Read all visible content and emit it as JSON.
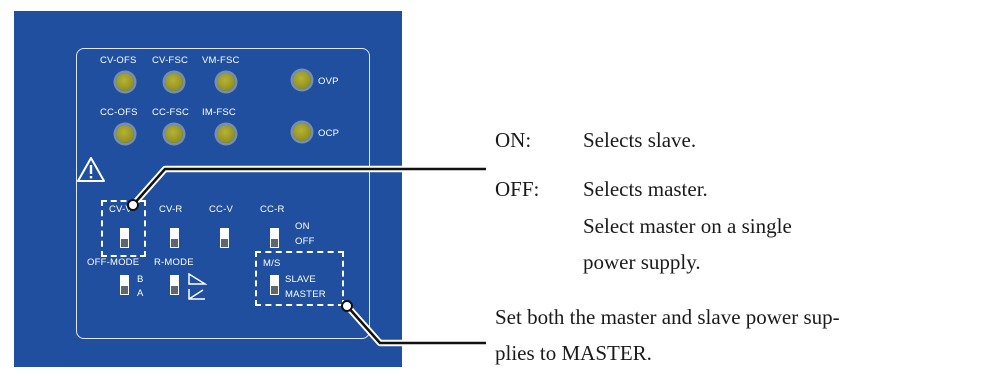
{
  "panel": {
    "led_labels_row1": [
      "CV-OFS",
      "CV-FSC",
      "VM-FSC"
    ],
    "led_labels_row2": [
      "CC-OFS",
      "CC-FSC",
      "IM-FSC"
    ],
    "ovp_label": "OVP",
    "ocp_label": "OCP",
    "warning_icon": "warning-triangle-icon",
    "switch_labels": [
      "CV-V",
      "CV-R",
      "CC-V",
      "CC-R"
    ],
    "on_label": "ON",
    "off_label": "OFF",
    "off_mode_label": "OFF-MODE",
    "b_label": "B",
    "a_label": "A",
    "r_mode_label": "R-MODE",
    "ms_label": "M/S",
    "slave_label": "SLAVE",
    "master_label": "MASTER"
  },
  "callouts": {
    "on_key": "ON:",
    "on_value": "Selects slave.",
    "off_key": "OFF:",
    "off_value_1": "Selects master.",
    "off_value_2": "Select master on a single",
    "off_value_3": "power supply.",
    "master_note_1": "Set both the master and slave power sup-",
    "master_note_2": "plies to MASTER."
  },
  "colors": {
    "panel_blue": "#1f4f9e",
    "led_olive": "#9a9824"
  }
}
